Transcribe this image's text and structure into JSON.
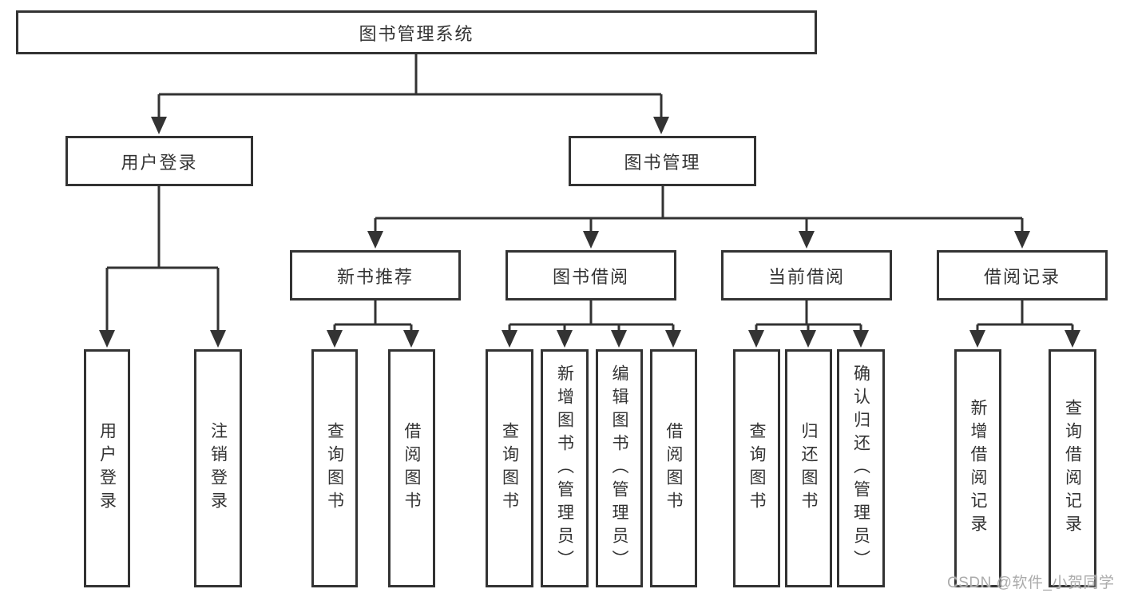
{
  "diagram": {
    "root": {
      "label": "图书管理系统"
    },
    "level2": [
      {
        "label": "用户登录"
      },
      {
        "label": "图书管理"
      }
    ],
    "level3": [
      {
        "label": "新书推荐"
      },
      {
        "label": "图书借阅"
      },
      {
        "label": "当前借阅"
      },
      {
        "label": "借阅记录"
      }
    ],
    "leaves": {
      "user": [
        "用户登录",
        "注销登录"
      ],
      "recommend": [
        "查询图书",
        "借阅图书"
      ],
      "borrow": [
        "查询图书",
        "新增图书（管理员）",
        "编辑图书（管理员）",
        "借阅图书"
      ],
      "current": [
        "查询图书",
        "归还图书",
        "确认归还（管理员）"
      ],
      "records": [
        "新增借阅记录",
        "查询借阅记录"
      ]
    },
    "watermark": "CSDN @软件_小贺同学",
    "colors": {
      "line": "#333333",
      "box_border": "#333333",
      "box_fill": "#ffffff",
      "text": "#333333",
      "watermark": "#ababab",
      "background": "#ffffff"
    }
  }
}
